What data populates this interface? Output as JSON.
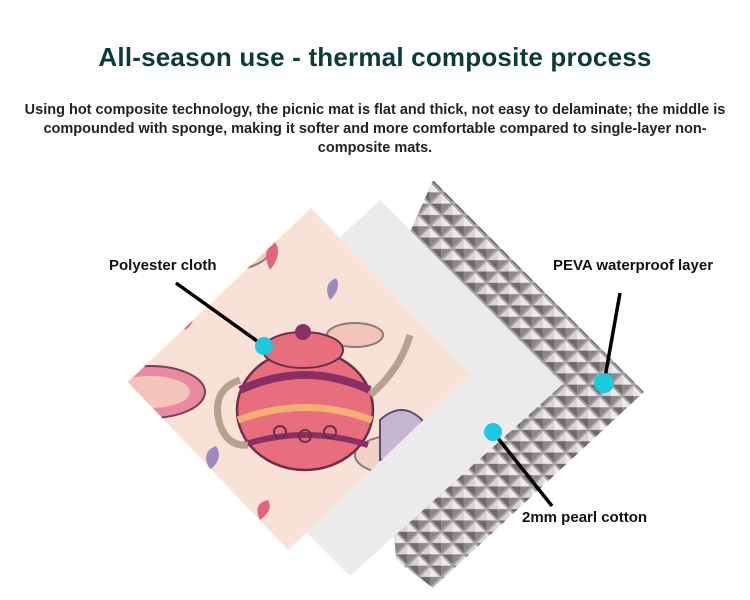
{
  "header": {
    "title": "All-season use - thermal composite process",
    "description": "Using hot composite technology, the picnic mat is flat and thick, not easy to delaminate; the middle is compounded with sponge, making it softer and more comfortable compared to single-layer non-composite mats."
  },
  "layers": [
    {
      "label": "Polyester cloth",
      "color": "#f6d9cf"
    },
    {
      "label": "2mm pearl cotton",
      "color": "#ececec"
    },
    {
      "label": "PEVA waterproof layer",
      "color": "#b7b3b3"
    }
  ],
  "colors": {
    "title": "#0d3b36",
    "marker": "#1ec9e0",
    "leader": "#000000"
  }
}
